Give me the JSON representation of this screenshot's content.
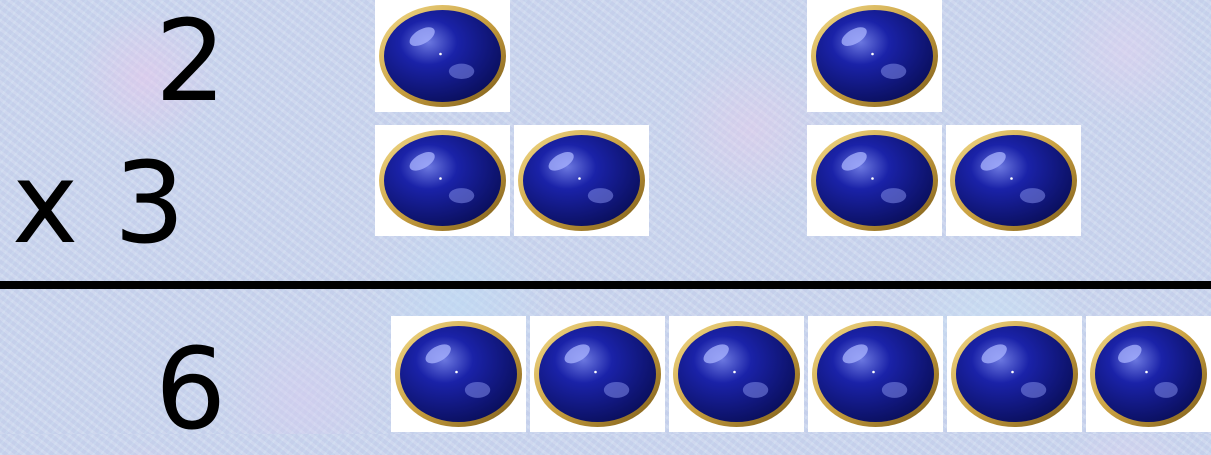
{
  "problem": {
    "top_number": "2",
    "multiplier_line": "x 3",
    "result": "6"
  },
  "icons": {
    "counter": "blue-gem-counter-icon"
  },
  "groups": [
    {
      "top_row": 1,
      "bottom_row": 2
    },
    {
      "top_row": 1,
      "bottom_row": 2
    }
  ],
  "result_counters": 6,
  "colors": {
    "text": "#000000",
    "divider": "#000000",
    "gem_blue": "#1a22a8",
    "gem_rim_gold": "#c9a040",
    "tile_bg": "#ffffff"
  }
}
